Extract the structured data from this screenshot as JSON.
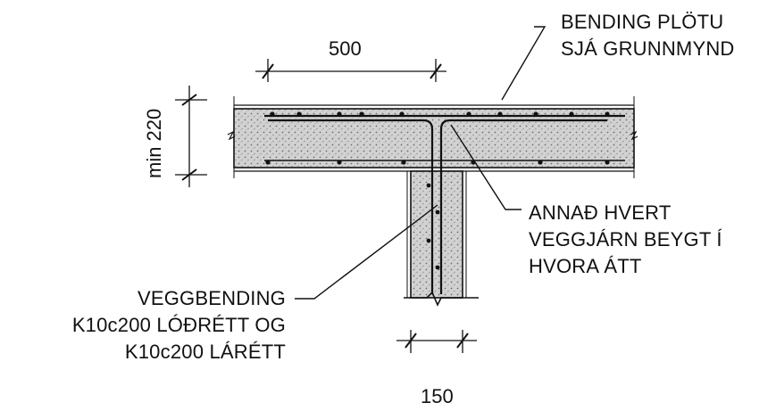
{
  "labels": {
    "slab_reinforcement": {
      "line1": "BENDING PLÖTU",
      "line2": "SJÁ GRUNNMYND"
    },
    "wall_bars_bent": {
      "line1": "ANNAÐ HVERT",
      "line2": "VEGGJÁRN BEYGT Í",
      "line3": "HVORA ÁTT"
    },
    "wall_reinforcement": {
      "line1": "VEGGBENDING",
      "line2": "K10c200 LÓÐRÉTT OG",
      "line3": "K10c200 LÁRÉTT"
    }
  },
  "dimensions": {
    "lap_length": "500",
    "slab_thickness": "min 220",
    "wall_thickness": "150"
  },
  "colors": {
    "ink": "#111111",
    "concrete_fill": "#c9c9c9"
  }
}
